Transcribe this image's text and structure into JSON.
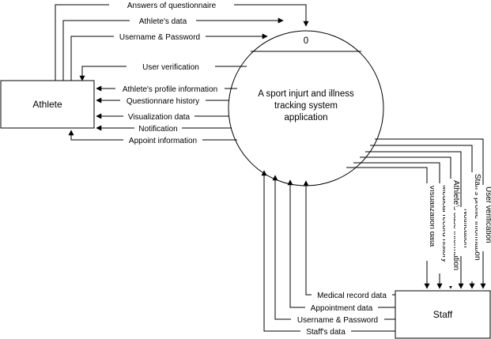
{
  "athlete": {
    "name": "Athlete"
  },
  "staff": {
    "name": "Staff"
  },
  "process": {
    "number": "0",
    "title_lines": [
      "A sport injurt and illness",
      "tracking system",
      "application"
    ]
  },
  "athlete_flows": [
    {
      "label": "Answers of questionnaire",
      "direction": "to_process"
    },
    {
      "label": "Athlete's data",
      "direction": "to_process"
    },
    {
      "label": "Username & Password",
      "direction": "to_process"
    },
    {
      "label": "User verification",
      "direction": "to_athlete"
    },
    {
      "label": "Athlete's profile information",
      "direction": "to_athlete"
    },
    {
      "label": "Questionnare history",
      "direction": "to_athlete"
    },
    {
      "label": "Visualization data",
      "direction": "to_athlete"
    },
    {
      "label": "Notification",
      "direction": "to_athlete"
    },
    {
      "label": "Appoint information",
      "direction": "to_athlete"
    }
  ],
  "staff_out_flows": [
    {
      "label": "Visualization data",
      "direction": "to_staff"
    },
    {
      "label": "Medical record history",
      "direction": "to_staff"
    },
    {
      "label": "Athlete's case information",
      "direction": "to_staff"
    },
    {
      "label": "Notification",
      "direction": "to_staff"
    },
    {
      "label": "Staff's profile information",
      "direction": "to_staff"
    },
    {
      "label": "User verification",
      "direction": "to_staff"
    }
  ],
  "staff_in_flows": [
    {
      "label": "Medical record data",
      "direction": "to_process"
    },
    {
      "label": "Appointment data",
      "direction": "to_process"
    },
    {
      "label": "Username & Password",
      "direction": "to_process"
    },
    {
      "label": "Staff's data",
      "direction": "to_process"
    }
  ],
  "colors": {
    "stroke": "#000000",
    "background": "#ffffff"
  }
}
